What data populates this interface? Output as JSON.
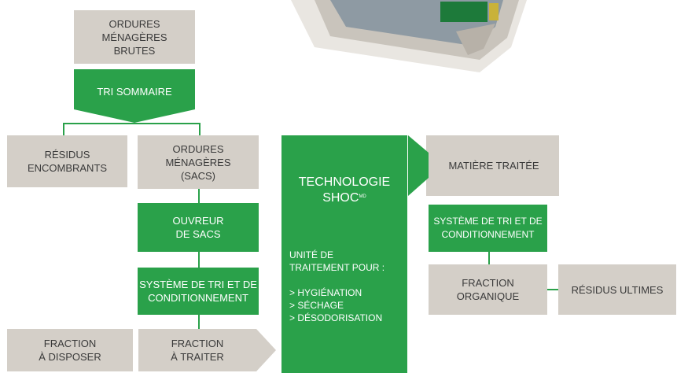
{
  "nodes": {
    "ordures_brutes": "ORDURES\nMÉNAGÈRES\nBRUTES",
    "tri_sommaire": "TRI SOMMAIRE",
    "residus_encombrants": "RÉSIDUS\nENCOMBRANTS",
    "ordures_sacs": "ORDURES\nMÉNAGÈRES\n(SACS)",
    "ouvreur_sacs": "OUVREUR\nDE SACS",
    "systeme_tri_left": "SYSTÈME DE TRI ET DE\nCONDITIONNEMENT",
    "fraction_disposer": "FRACTION\nÀ DISPOSER",
    "fraction_traiter": "FRACTION\nÀ TRAITER",
    "technologie_title": "TECHNOLOGIE",
    "technologie_name": "SHOC",
    "technologie_sup": "MD",
    "technologie_body": "UNITÉ DE\nTRAITEMENT POUR :\n\n> HYGIÉNATION\n> SÉCHAGE\n> DÉSODORISATION",
    "matiere_traitee": "MATIÈRE TRAITÉE",
    "systeme_tri_right": "SYSTÈME DE TRI ET DE\nCONDITIONNEMENT",
    "fraction_organique": "FRACTION\nORGANIQUE",
    "residus_ultimes": "RÉSIDUS ULTIMES"
  },
  "colors": {
    "green": "#2aa14a",
    "gray": "#d4cfc8",
    "text_dark": "#3a3a3a"
  },
  "image": "equipment-rendering"
}
